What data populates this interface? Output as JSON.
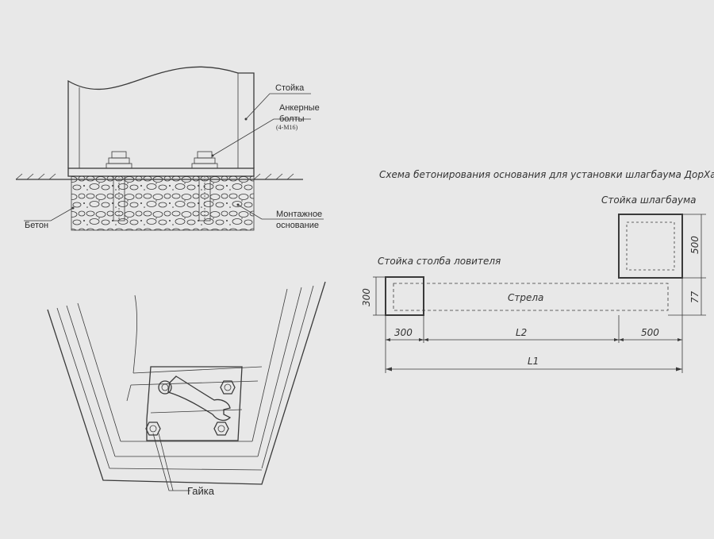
{
  "fig_top": {
    "label_post": "Стойка",
    "label_bolts_1": "Анкерные",
    "label_bolts_2": "болты",
    "label_bolts_3": "(4-M16)",
    "label_concrete": "Бетон",
    "label_base_1": "Монтажное",
    "label_base_2": "основание"
  },
  "fig_bottom": {
    "label_nut": "Гайка"
  },
  "scheme": {
    "title": "Схема бетонирования основания для установки шлагбаума ДорХан",
    "label_barrier_post": "Стойка шлагбаума",
    "label_catcher_post": "Стойка столба ловителя",
    "label_boom": "Стрела",
    "dim_catcher_height": "300",
    "dim_catcher_width": "300",
    "dim_barrier_height": "500",
    "dim_barrier_width": "500",
    "dim_offset": "77",
    "dim_l2": "L2",
    "dim_l1": "L1"
  }
}
